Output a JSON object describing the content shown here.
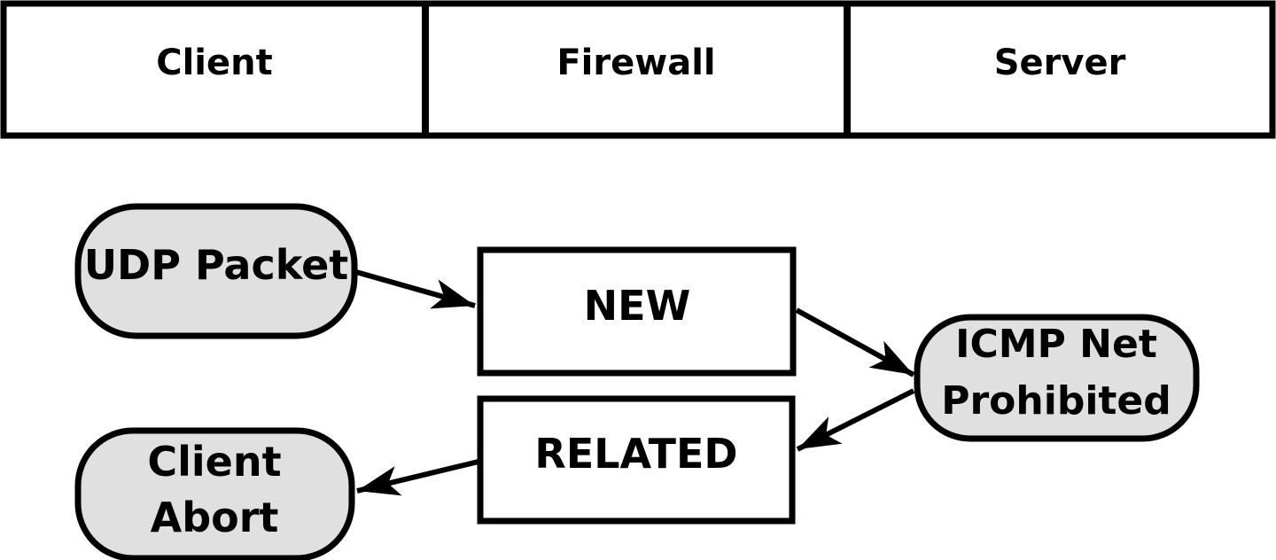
{
  "diagram": {
    "type": "swimlane-flow",
    "lanes": [
      {
        "id": "client",
        "label": "Client"
      },
      {
        "id": "firewall",
        "label": "Firewall"
      },
      {
        "id": "server",
        "label": "Server"
      }
    ],
    "nodes": {
      "udp_packet": {
        "label": "UDP Packet",
        "shape": "rounded",
        "lane": "client",
        "fill": "#e0e0e0"
      },
      "new_state": {
        "label": "NEW",
        "shape": "rect",
        "lane": "firewall",
        "fill": "#ffffff"
      },
      "icmp": {
        "line1": "ICMP Net",
        "line2": "Prohibited",
        "shape": "rounded",
        "lane": "server",
        "fill": "#e0e0e0"
      },
      "related_state": {
        "label": "RELATED",
        "shape": "rect",
        "lane": "firewall",
        "fill": "#ffffff"
      },
      "client_abort": {
        "line1": "Client",
        "line2": "Abort",
        "shape": "rounded",
        "lane": "client",
        "fill": "#e0e0e0"
      }
    },
    "edges": [
      {
        "from": "udp_packet",
        "to": "new_state"
      },
      {
        "from": "new_state",
        "to": "icmp"
      },
      {
        "from": "icmp",
        "to": "related_state"
      },
      {
        "from": "related_state",
        "to": "client_abort"
      }
    ],
    "colors": {
      "stroke": "#000000",
      "node_fill_gray": "#e0e0e0",
      "node_fill_white": "#ffffff",
      "background": "#ffffff"
    }
  }
}
